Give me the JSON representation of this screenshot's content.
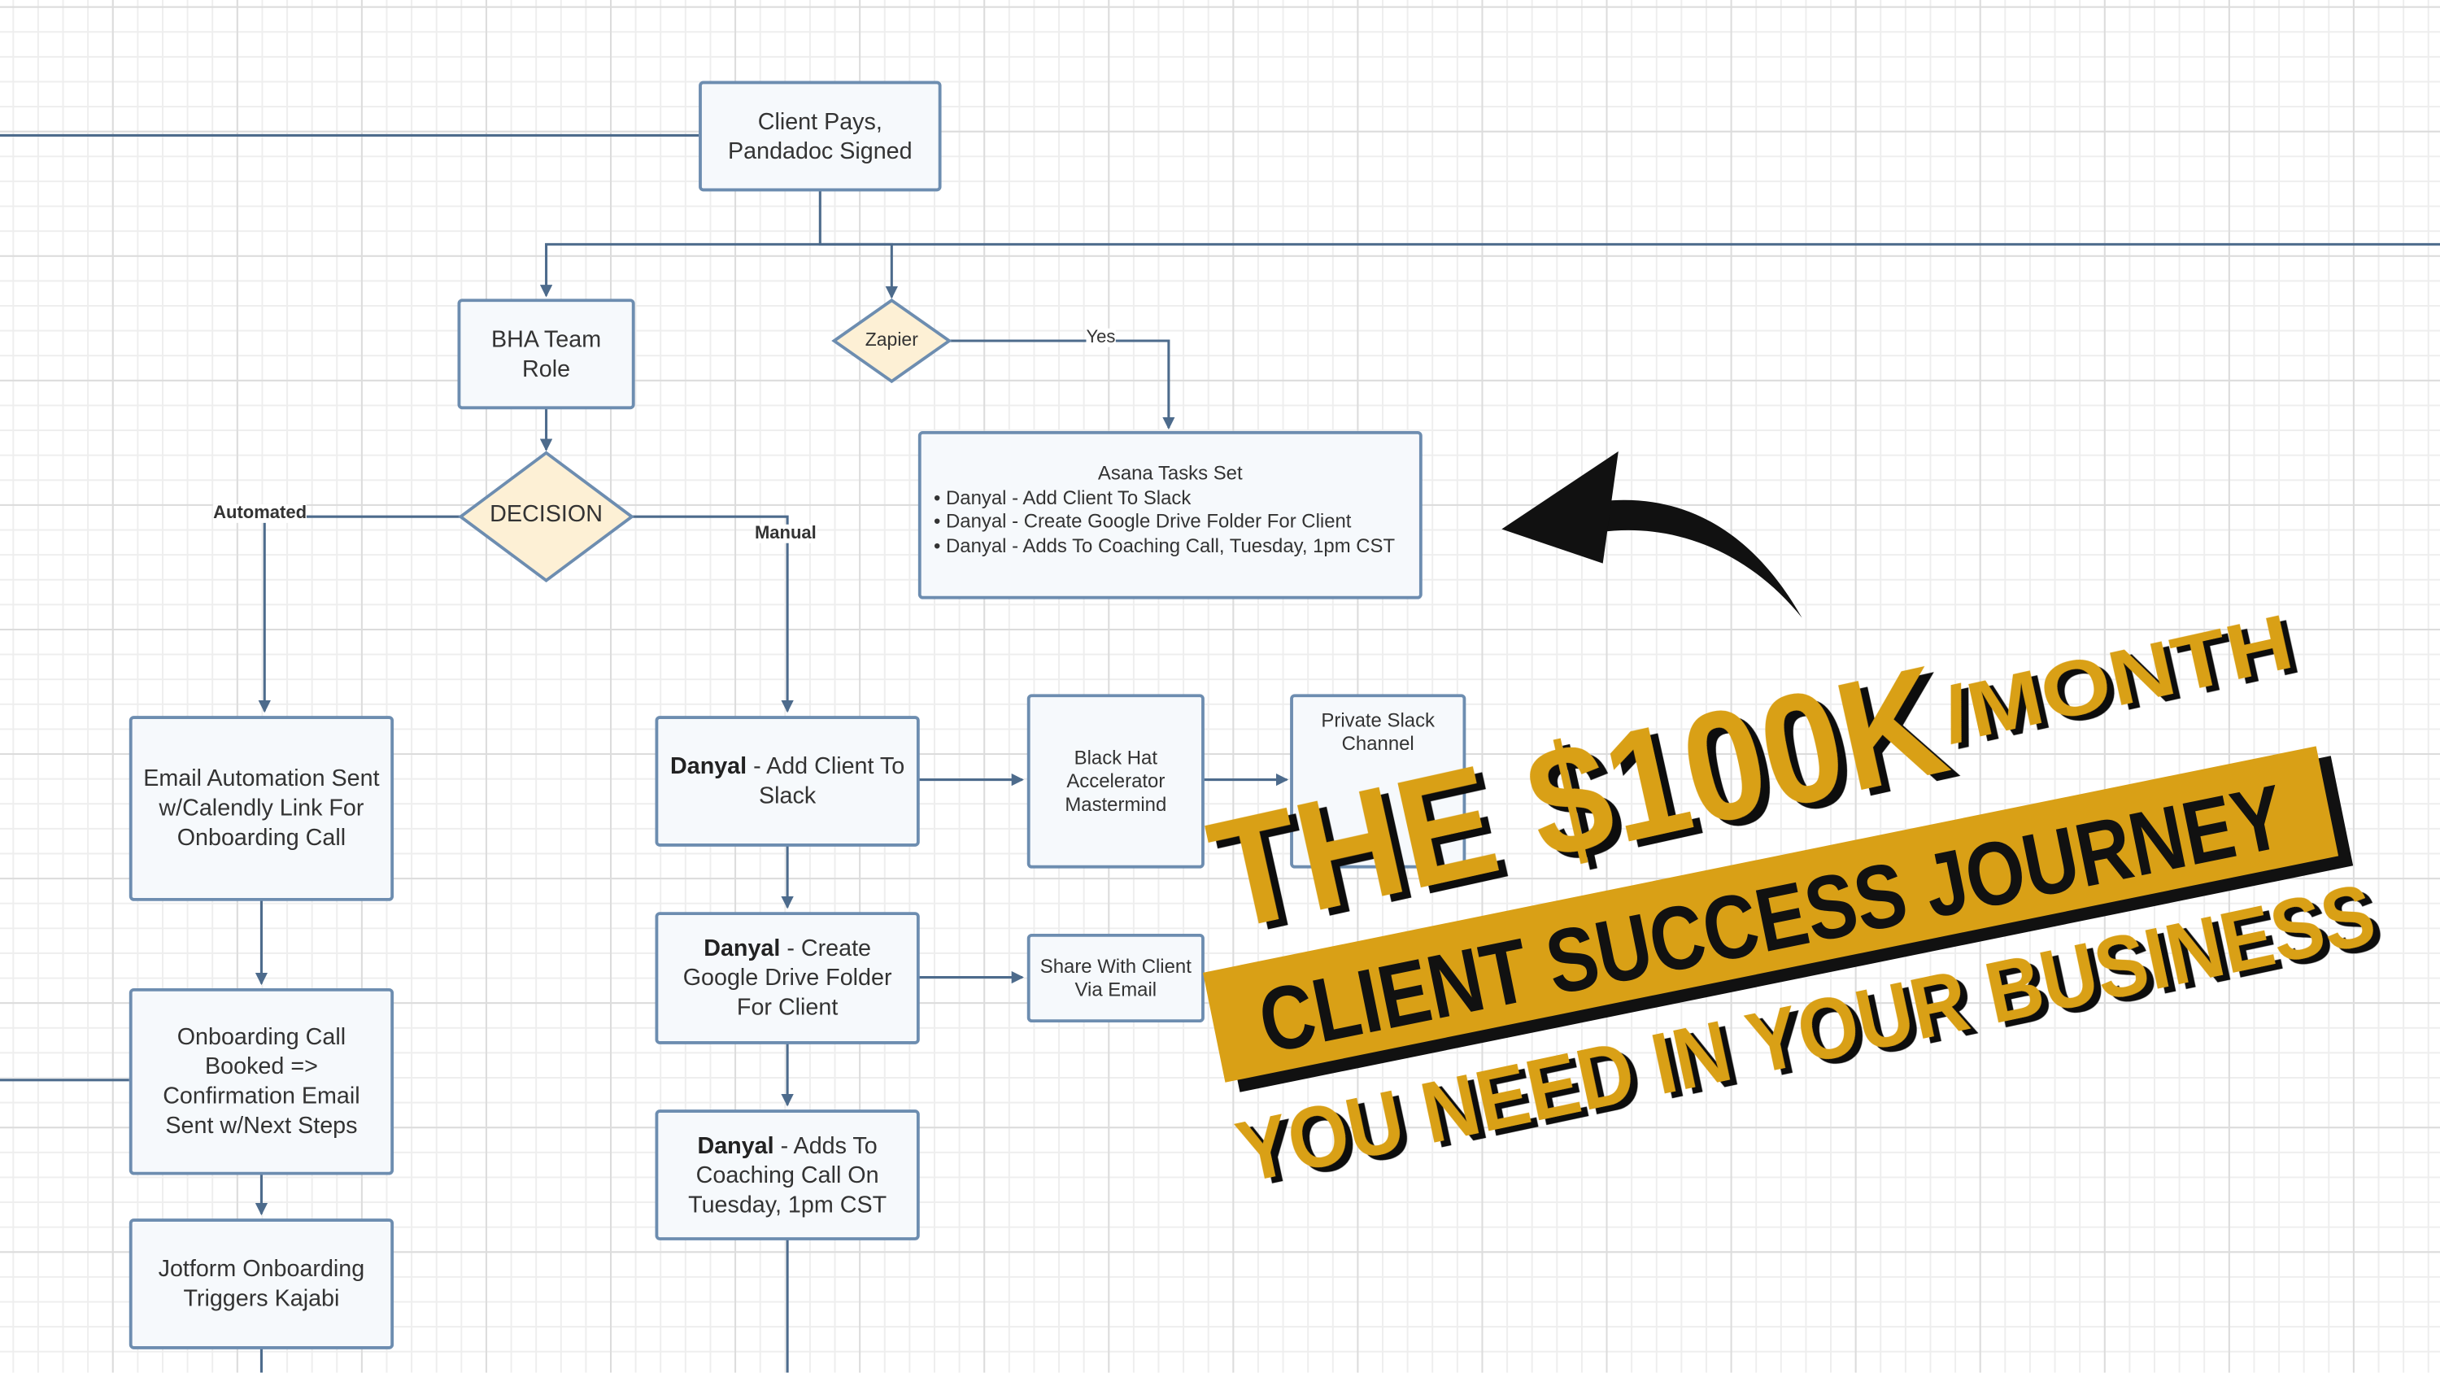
{
  "colors": {
    "accent_gold": "#D9A016",
    "box_border": "#6d8db0",
    "diamond_fill": "#fdf0d5",
    "line": "#4d6b8c"
  },
  "nodes": {
    "client_pays": {
      "text": "Client Pays, Pandadoc Signed"
    },
    "bha_team_role": {
      "text": "BHA Team Role"
    },
    "zapier": {
      "text": "Zapier"
    },
    "decision": {
      "text": "DECISION"
    },
    "asana": {
      "title": "Asana Tasks Set",
      "items": [
        "• Danyal - Add Client To Slack",
        "• Danyal - Create Google Drive Folder For Client",
        "• Danyal - Adds To Coaching Call, Tuesday, 1pm CST"
      ]
    },
    "email_automation": {
      "text": "Email Automation Sent w/Calendly Link For Onboarding Call"
    },
    "onboarding_booked": {
      "text": "Onboarding Call Booked => Confirmation Email Sent w/Next Steps"
    },
    "jotform": {
      "text": "Jotform Onboarding Triggers Kajabi"
    },
    "danyal_add": {
      "bold": "Danyal",
      "text": " - Add Client To Slack"
    },
    "danyal_create": {
      "bold": "Danyal",
      "text": " - Create Google Drive Folder For Client"
    },
    "danyal_adds": {
      "bold": "Danyal",
      "text": " - Adds To Coaching Call On Tuesday, 1pm CST"
    },
    "black_hat": {
      "text": "Black Hat Accelerator Mastermind"
    },
    "private_slack": {
      "text": "Private Slack Channel"
    },
    "share_client": {
      "text": "Share With Client Via Email"
    }
  },
  "edge_labels": {
    "yes": "Yes",
    "automated": "Automated",
    "manual": "Manual"
  },
  "overlay": {
    "line1_big": "THE $100K",
    "line1_small": "/MONTH",
    "banner": "CLIENT SUCCESS JOURNEY",
    "line3": "YOU NEED IN YOUR BUSINESS",
    "arrow_icon": "curved-arrow-left"
  }
}
